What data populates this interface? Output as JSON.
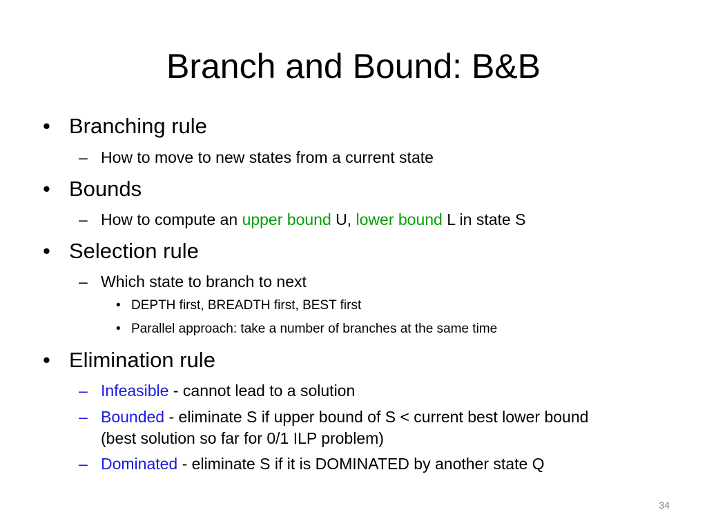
{
  "slide": {
    "title": "Branch and Bound: B&B",
    "page_number": "34",
    "colors": {
      "green_emphasis": "#00a000",
      "blue_emphasis": "#1b1be0"
    },
    "bullets": [
      {
        "text": "Branching rule",
        "sub": [
          {
            "text": "How to move to new states from a current state"
          }
        ]
      },
      {
        "text": "Bounds",
        "sub": [
          {
            "prefix": "How to compute an ",
            "term1": "upper bound",
            "mid": " U, ",
            "term2": "lower bound",
            "suffix": " L in state S"
          }
        ]
      },
      {
        "text": "Selection rule",
        "sub": [
          {
            "text": "Which state to branch to next",
            "sub": [
              {
                "text": "DEPTH first, BREADTH first, BEST first"
              },
              {
                "text": "Parallel approach: take a number of branches at the same time"
              }
            ]
          }
        ]
      },
      {
        "text": "Elimination rule",
        "sub": [
          {
            "term": "Infeasible",
            "text": " - cannot lead to a solution"
          },
          {
            "term": "Bounded",
            "text": " - eliminate S if upper bound of S < current best lower bound",
            "text2": "(best solution so far for 0/1 ILP problem)"
          },
          {
            "term": "Dominated",
            "text": " - eliminate S if it is DOMINATED by another state Q"
          }
        ]
      }
    ]
  }
}
